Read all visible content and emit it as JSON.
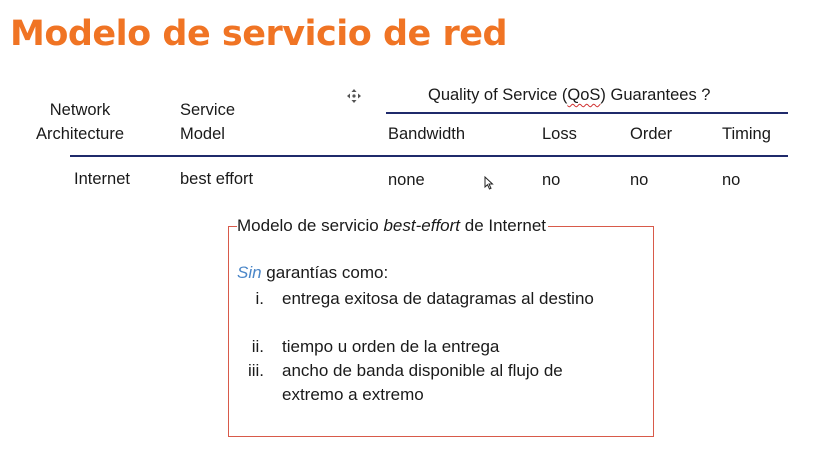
{
  "title": "Modelo de servicio de red",
  "table": {
    "col_network_architecture": "Network\nArchitecture",
    "col_service_model": "Service\nModel",
    "qos_prefix": "Quality of Service (",
    "qos_abbrev": "QoS",
    "qos_suffix": ") Guarantees ?",
    "col_bandwidth": "Bandwidth",
    "col_loss": "Loss",
    "col_order": "Order",
    "col_timing": "Timing",
    "rows": [
      {
        "architecture": "Internet",
        "service_model": "best effort",
        "bandwidth": "none",
        "loss": "no",
        "order": "no",
        "timing": "no"
      }
    ]
  },
  "box": {
    "title_prefix": "Modelo de servicio ",
    "title_em": "best-effort",
    "title_suffix": " de Internet",
    "intro_em": "Sin",
    "intro_rest": " garantías como:",
    "items": [
      {
        "num": "i.",
        "text": "entrega exitosa de datagramas al destino"
      },
      {
        "num": "ii.",
        "text": "tiempo u orden de la entrega"
      },
      {
        "num": "iii.",
        "text": "ancho de banda disponible al flujo de extremo a extremo"
      }
    ]
  },
  "colors": {
    "title": "#f07424",
    "rule": "#1f2a6b",
    "box_border": "#d85a4a",
    "sin": "#4a86c8"
  },
  "icons": [
    "move-icon",
    "mouse-cursor-icon"
  ]
}
